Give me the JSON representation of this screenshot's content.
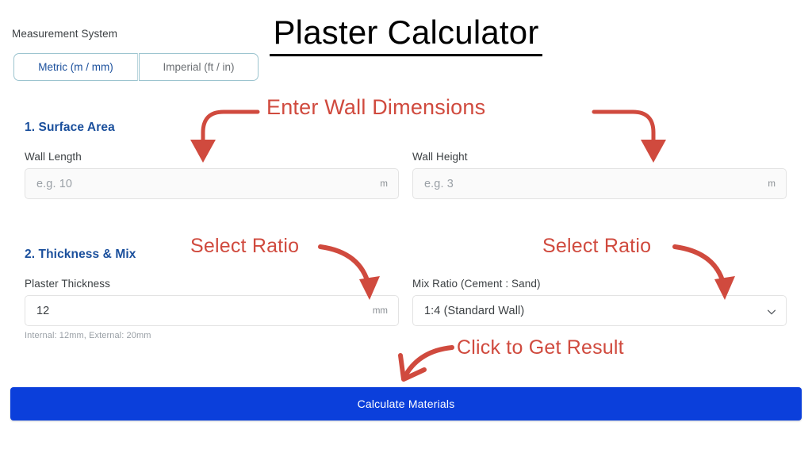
{
  "header": {
    "measurement_label": "Measurement System",
    "title": "Plaster Calculator",
    "toggle": {
      "metric_label": "Metric (m / mm)",
      "imperial_label": "Imperial (ft / in)",
      "selected": "Metric (m / mm)"
    }
  },
  "sections": {
    "surface_area": {
      "title": "1. Surface Area",
      "wall_length": {
        "label": "Wall Length",
        "placeholder": "e.g. 10",
        "value": "",
        "unit": "m"
      },
      "wall_height": {
        "label": "Wall Height",
        "placeholder": "e.g. 3",
        "value": "",
        "unit": "m"
      }
    },
    "thickness_mix": {
      "title": "2. Thickness & Mix",
      "plaster_thickness": {
        "label": "Plaster Thickness",
        "value": "12",
        "placeholder": "",
        "unit": "mm",
        "helper": "Internal: 12mm, External: 20mm"
      },
      "mix_ratio": {
        "label": "Mix Ratio (Cement : Sand)",
        "selected": "1:4 (Standard Wall)",
        "icon": "chevron-down-icon"
      }
    }
  },
  "cta": {
    "label": "Calculate Materials"
  },
  "annotations": {
    "enter_dimensions": "Enter Wall Dimensions",
    "select_ratio_left": "Select Ratio",
    "select_ratio_right": "Select Ratio",
    "click_result": "Click to Get Result"
  },
  "colors": {
    "accent_blue": "#1a4f9c",
    "cta_blue": "#0B3FDB",
    "annotation_red": "#d04a3e",
    "toggle_border": "#9cc4cf"
  }
}
